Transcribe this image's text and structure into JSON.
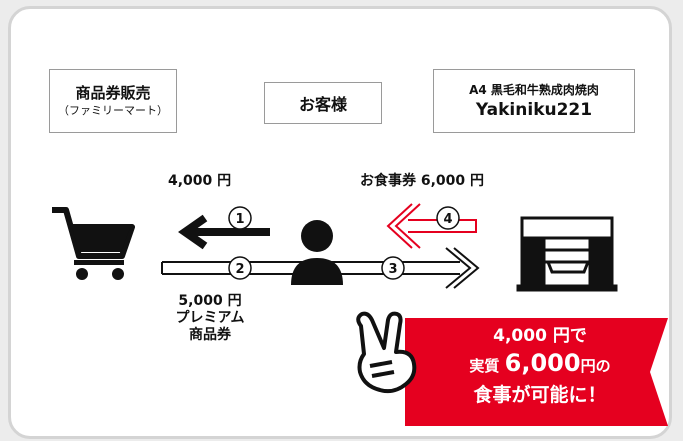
{
  "nodes": {
    "seller": {
      "title": "商品券販売",
      "subtitle": "（ファミリーマート）"
    },
    "customer": {
      "title": "お客様"
    },
    "restaurant": {
      "line1": "A4 黒毛和牛熟成肉焼肉",
      "line2": "Yakiniku221"
    }
  },
  "flows": [
    {
      "number": "①",
      "label": "4,000 円"
    },
    {
      "number": "②",
      "label_lines": [
        "5,000 円",
        "プレミアム",
        "商品券"
      ]
    },
    {
      "number": "③"
    },
    {
      "number": "④",
      "label": "お食事券 6,000 円"
    }
  ],
  "banner": {
    "line1": "4,000 円で",
    "line2_prefix": "実質",
    "line2_amount": "6,000",
    "line2_suffix": "円の",
    "line3": "食事が可能に！"
  },
  "colors": {
    "accent_red": "#e5001f",
    "dark": "#111111",
    "frame": "#d4d4d4"
  },
  "icons": [
    "shopping-cart-icon",
    "person-icon",
    "restaurant-building-icon",
    "peace-sign-hand-icon"
  ]
}
